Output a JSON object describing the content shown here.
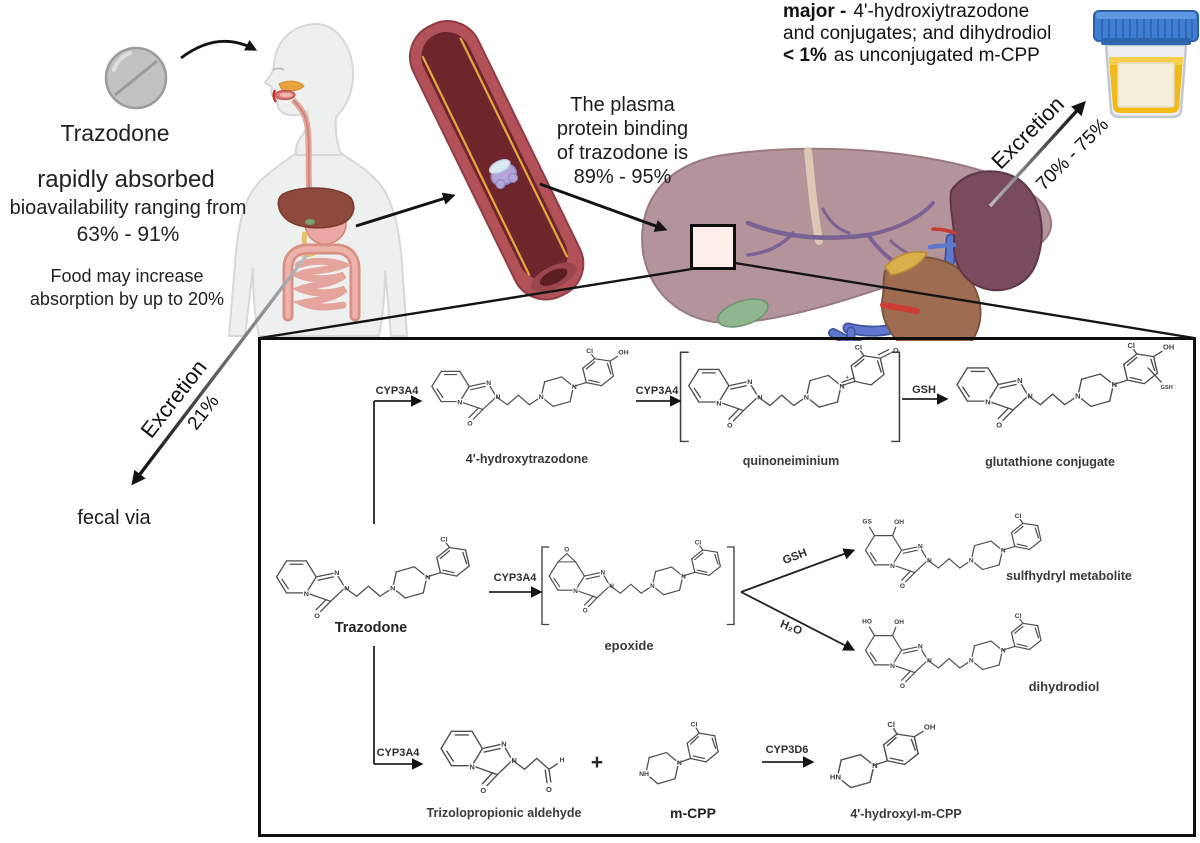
{
  "figure": {
    "absorption": {
      "drug": "Trazodone",
      "line1": "rapidly absorbed",
      "line2": "bioavailability ranging from",
      "line3": "63% - 91%",
      "food1": "Food may increase",
      "food2": "absorption by up to 20%"
    },
    "plasma": {
      "l1": "The plasma",
      "l2": "protein binding",
      "l3": "of trazodone is",
      "l4": "89% - 95%"
    },
    "metabolites_note": {
      "b1": "major -",
      "r1": "4'-hydroxiytrazodone",
      "l2": "and conjugates; and dihydrodiol",
      "b3": "< 1%",
      "r3": "as unconjugated m-CPP"
    },
    "excretion_urine": {
      "label": "Excretion",
      "value": "70% - 75%"
    },
    "excretion_fecal": {
      "label": "Excretion",
      "value": "21%",
      "route": "fecal via"
    }
  },
  "pathway": {
    "r1_enzyme1": "CYP3A4",
    "r1_c1": "4'-hydroxytrazodone",
    "r1_enzyme2": "CYP3A4",
    "r1_c2": "quinoneiminium",
    "r1_enzyme3": "GSH",
    "r1_c3": "glutathione conjugate",
    "r2_c1": "Trazodone",
    "r2_enzyme1": "CYP3A4",
    "r2_c2": "epoxide",
    "r2_enzyme_top": "GSH",
    "r2_c_top": "sulfhydryl metabolite",
    "r2_enzyme_bottom": "H₂O",
    "r2_c_bottom": "dihydrodiol",
    "r3_enzyme1": "CYP3A4",
    "r3_c1": "Trizolopropionic aldehyde",
    "r3_plus": "+",
    "r3_c2": "m-CPP",
    "r3_enzyme2": "CYP3D6",
    "r3_c3": "4'-hydroxyl-m-CPP"
  },
  "atoms": {
    "n": "N",
    "o": "O",
    "cl": "Cl",
    "oh": "OH",
    "ho": "HO",
    "gs": "GS",
    "gsh": "GSH",
    "nh": "NH",
    "hn": "HN",
    "h": "H",
    "plus": "+"
  },
  "molecules": {
    "hydroxytrazodone": {
      "backbone": "full",
      "aryl": {
        "cl": true,
        "oh": true
      }
    },
    "quinoneiminium": {
      "backbone": "full",
      "aryl": {
        "cl": true,
        "quinone": true
      },
      "brackets": true
    },
    "glutathione_conjugate": {
      "backbone": "full",
      "aryl": {
        "cl": true,
        "oh": true,
        "gsh": true
      }
    },
    "trazodone": {
      "backbone": "full",
      "aryl": {
        "cl": true
      }
    },
    "epoxide": {
      "backbone": "full",
      "tp_top": "epoxide",
      "aryl": {
        "cl": true
      },
      "brackets": true
    },
    "sulfhydryl_metabolite": {
      "backbone": "full",
      "tp_top": [
        "gs",
        "oh"
      ],
      "aryl": {
        "cl": true
      }
    },
    "dihydrodiol": {
      "backbone": "full",
      "tp_top": [
        "ho",
        "oh"
      ],
      "aryl": {
        "cl": true
      }
    },
    "triazolopropionic_aldehyde": {
      "backbone": "tp_aldehyde"
    },
    "mcpp": {
      "backbone": "pip_aryl",
      "nh": "nh",
      "aryl": {
        "cl": true
      }
    },
    "hydroxy_mcpp": {
      "backbone": "pip_aryl",
      "nh": "hn",
      "aryl": {
        "cl": true,
        "oh": true
      }
    }
  },
  "colors": {
    "arrow_black": "#141414",
    "urine_yellow": "#f2ba16",
    "lid_blue": "#3f7fd3",
    "vessel_red": "#b25258",
    "vessel_lumen": "#6e252b",
    "liver_mauve": "#b4949b",
    "kidney_maroon": "#7a4a5f",
    "kidney_brown": "#9d6c51",
    "pill_gray": "#c2c2c2",
    "body_gray": "#eef0ef"
  }
}
